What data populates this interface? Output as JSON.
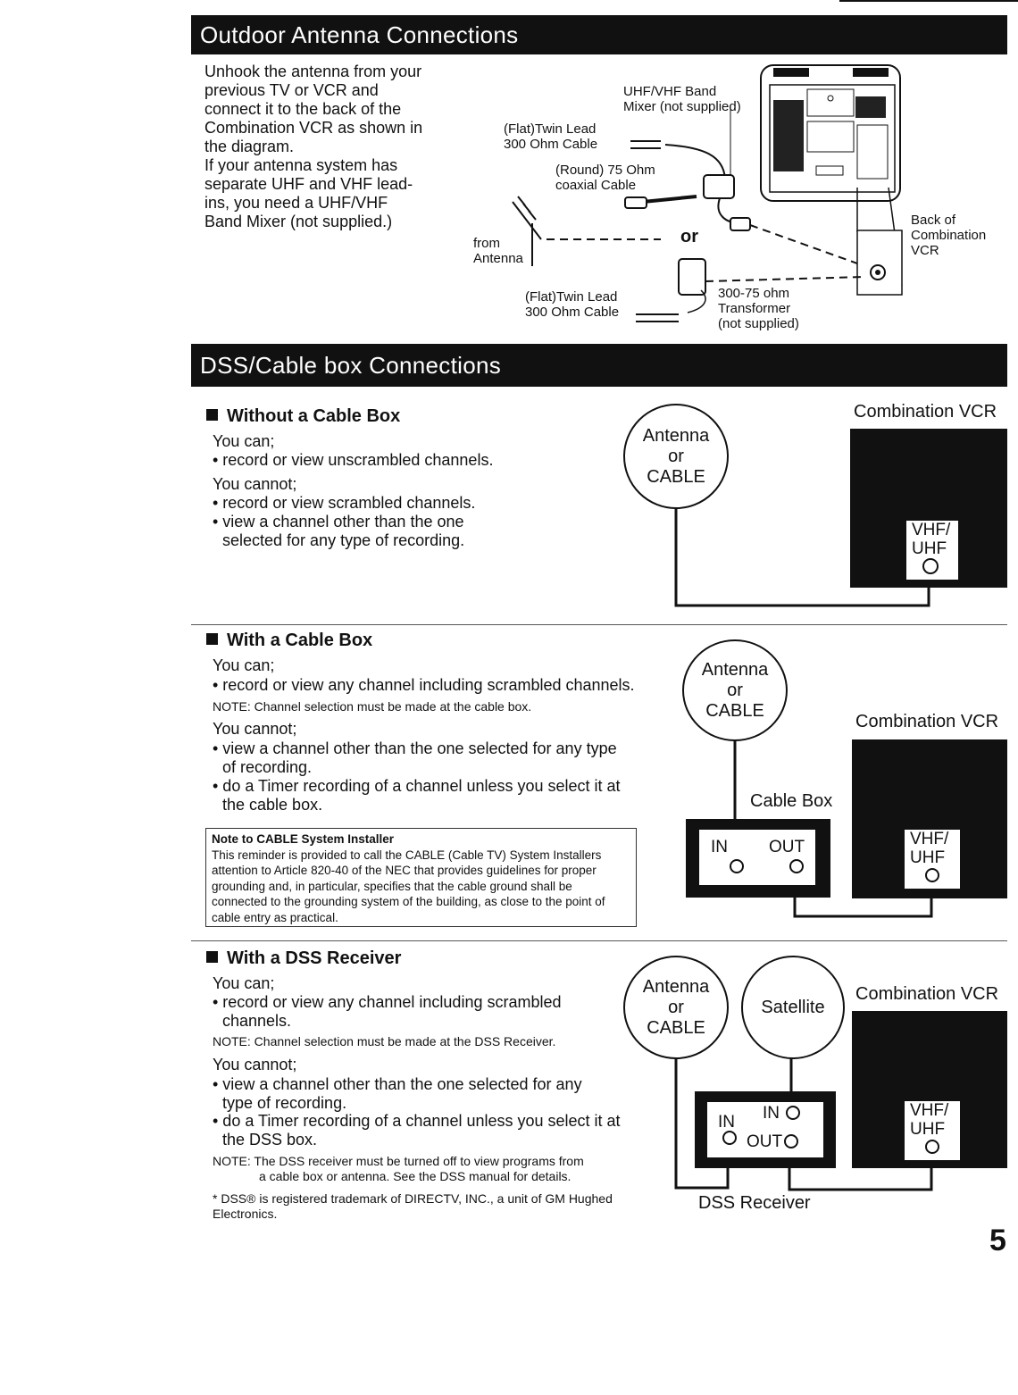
{
  "section1": {
    "title": "Outdoor Antenna Connections",
    "intro": "Unhook the antenna from your\nprevious TV or VCR and\nconnect it to the back of the\nCombination VCR as shown in\nthe diagram.\nIf your antenna system has\nseparate UHF and VHF lead-\nins, you need a UHF/VHF\nBand Mixer (not supplied.)",
    "diagram": {
      "mixer": "UHF/VHF Band\nMixer (not supplied)",
      "twin_lead_top": "(Flat)Twin Lead\n300 Ohm Cable",
      "round_cable": "(Round) 75 Ohm\ncoaxial Cable",
      "from_antenna": "from\nAntenna",
      "or": "or",
      "back_of_vcr": "Back of\nCombination\nVCR",
      "twin_lead_bottom": "(Flat)Twin Lead\n300 Ohm Cable",
      "transformer": "300-75 ohm\nTransformer\n(not supplied)"
    }
  },
  "section2": {
    "title": "DSS/Cable box Connections",
    "without": {
      "heading": "Without a Cable Box",
      "can": "You can;",
      "can_items": [
        "• record or view unscrambled channels."
      ],
      "cannot": "You cannot;",
      "cannot_items": [
        "• record or view scrambled channels.",
        "• view a channel other than the one selected for any type of recording."
      ],
      "diagram": {
        "antenna_l1": "Antenna",
        "antenna_l2": "or",
        "antenna_l3": "CABLE",
        "vcr": "Combination VCR",
        "port_l1": "VHF/",
        "port_l2": "UHF"
      }
    },
    "with_cable": {
      "heading": "With a Cable Box",
      "can": "You can;",
      "can_items": [
        "• record or view any channel including scrambled channels."
      ],
      "note": "NOTE: Channel selection must be made at the cable box.",
      "cannot": "You cannot;",
      "cannot_items": [
        "• view a channel other than the one selected for any type of recording.",
        "• do a Timer recording of a channel unless you select it at the cable box."
      ],
      "installer_title": "Note to CABLE System Installer",
      "installer_text": "This reminder is provided to call the CABLE (Cable TV) System Installers attention to Article 820-40 of the NEC that provides guidelines for proper grounding and, in particular, specifies that the cable ground shall be connected to the grounding system of the building, as close to the point of cable entry as practical.",
      "diagram": {
        "antenna_l1": "Antenna",
        "antenna_l2": "or",
        "antenna_l3": "CABLE",
        "vcr": "Combination VCR",
        "cable_box": "Cable Box",
        "in": "IN",
        "out": "OUT",
        "port_l1": "VHF/",
        "port_l2": "UHF"
      }
    },
    "with_dss": {
      "heading": "With a DSS Receiver",
      "can": "You can;",
      "can_items": [
        "• record or view any channel including scrambled channels."
      ],
      "note": "NOTE: Channel selection must be made at the DSS Receiver.",
      "cannot": "You cannot;",
      "cannot_items": [
        "• view a channel other than the one selected for any type of recording.",
        "• do a Timer recording of a channel unless you select it at the DSS box."
      ],
      "note2_l1": "NOTE: The DSS receiver must be turned off to view programs from",
      "note2_l2": "a cable box or antenna. See the DSS manual for details.",
      "trademark": "* DSS® is registered trademark of DIRECTV, INC., a unit of GM Hughed Electronics.",
      "diagram": {
        "antenna_l1": "Antenna",
        "antenna_l2": "or",
        "antenna_l3": "CABLE",
        "satellite": "Satellite",
        "vcr": "Combination VCR",
        "in_top": "IN",
        "in_left": "IN",
        "out": "OUT",
        "receiver": "DSS Receiver",
        "port_l1": "VHF/",
        "port_l2": "UHF"
      }
    }
  },
  "page_number": "5"
}
